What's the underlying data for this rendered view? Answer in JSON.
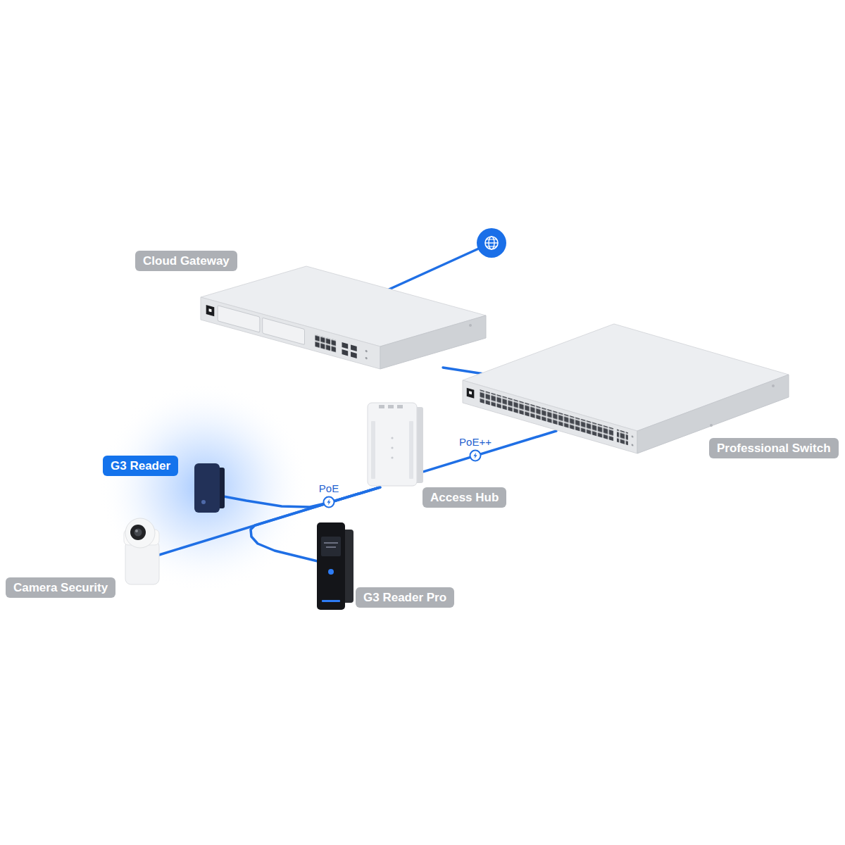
{
  "diagram": {
    "nodes": [
      {
        "text": [
          "Cloud Gateway"
        ]
      },
      {
        "text": [
          "Professional Switch"
        ]
      },
      {
        "text": [
          "G3 Reader"
        ]
      },
      {
        "text": [
          "Access Hub"
        ]
      },
      {
        "text": [
          "Camera Security"
        ]
      },
      {
        "text": [
          "G3 Reader Pro"
        ]
      }
    ],
    "edges": [
      {
        "from": 0,
        "to": 1,
        "arrow": "none"
      },
      {
        "from": 1,
        "to": 3,
        "label": "PoE++",
        "arrow": "none"
      },
      {
        "from": 3,
        "to": 2,
        "label": "PoE",
        "arrow": "none"
      },
      {
        "from": 3,
        "to": 4,
        "arrow": "none"
      },
      {
        "from": 3,
        "to": 5,
        "arrow": "none"
      }
    ]
  }
}
